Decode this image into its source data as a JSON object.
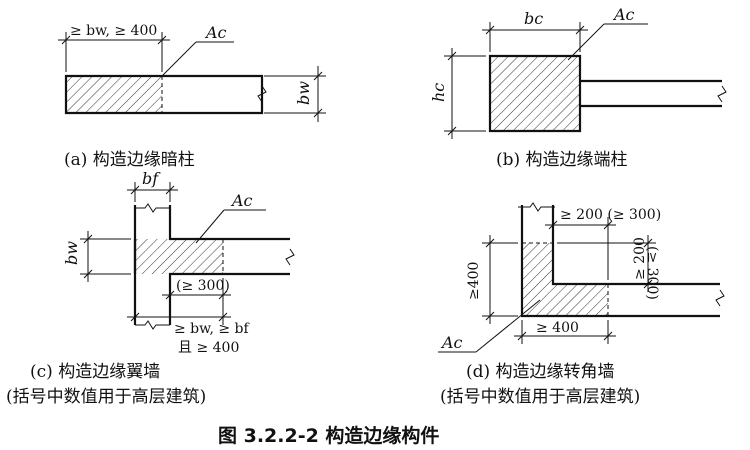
{
  "figure_title": "图 3.2.2-2  构造边缘构件",
  "captions": {
    "a": "(a)  构造边缘暗柱",
    "b": "(b)  构造边缘端柱",
    "c": "(c)  构造边缘翼墙",
    "c_note": "(括号中数值用于高层建筑)",
    "d": "(d)  构造边缘转角墙",
    "d_note": "(括号中数值用于高层建筑)"
  },
  "labels": {
    "a_length": "≥ bw, ≥ 400",
    "a_ac": "Ac",
    "a_bw": "bw",
    "b_bc": "bc",
    "b_ac": "Ac",
    "b_hc": "hc",
    "c_bf": "bf",
    "c_ac": "Ac",
    "c_bw": "bw",
    "c_300": "(≥ 300)",
    "c_len1": "≥ bw, ≥ bf",
    "c_len2": "且 ≥ 400",
    "d_top": "≥ 200 (≥ 300)",
    "d_v200": "≥ 200",
    "d_v300": "(≥ 300)",
    "d_400v": "≥400",
    "d_400h": "≥ 400",
    "d_ac": "Ac"
  }
}
